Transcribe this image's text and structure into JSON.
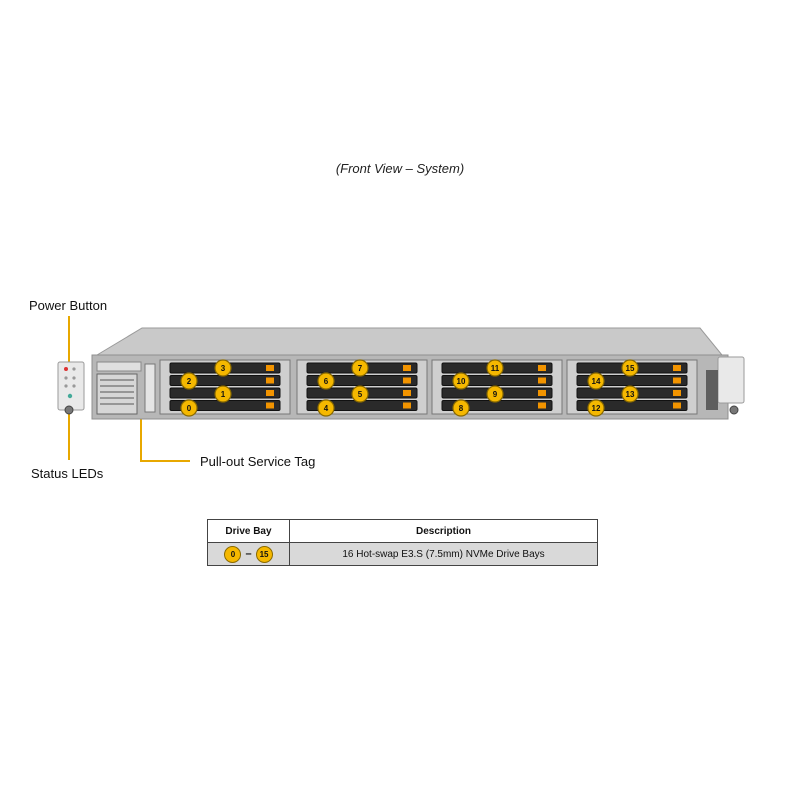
{
  "caption": "(Front View – System)",
  "callouts": {
    "power_button": "Power Button",
    "status_leds": "Status LEDs",
    "service_tag": "Pull-out Service Tag"
  },
  "drive_bays": {
    "group_1": {
      "top": "3",
      "rows": [
        [
          "2",
          "1"
        ]
      ],
      "bottom": "0",
      "labels": [
        "3",
        "2",
        "1",
        "0"
      ]
    },
    "group_2": {
      "labels": [
        "7",
        "6",
        "5",
        "4"
      ]
    },
    "group_3": {
      "labels": [
        "11",
        "10",
        "9",
        "8"
      ]
    },
    "group_4": {
      "labels": [
        "15",
        "14",
        "13",
        "12"
      ]
    }
  },
  "table": {
    "headers": [
      "Drive Bay",
      "Description"
    ],
    "row": {
      "bay_start": "0",
      "bay_sep": "–",
      "bay_end": "15",
      "description": "16 Hot-swap E3.S (7.5mm) NVMe Drive Bays"
    }
  },
  "colors": {
    "badge": "#f5b800",
    "callout_line": "#e8a800",
    "chassis": "#b9b9b9",
    "drive_tray": "#2a2a2a",
    "drive_latch": "#f29400"
  }
}
